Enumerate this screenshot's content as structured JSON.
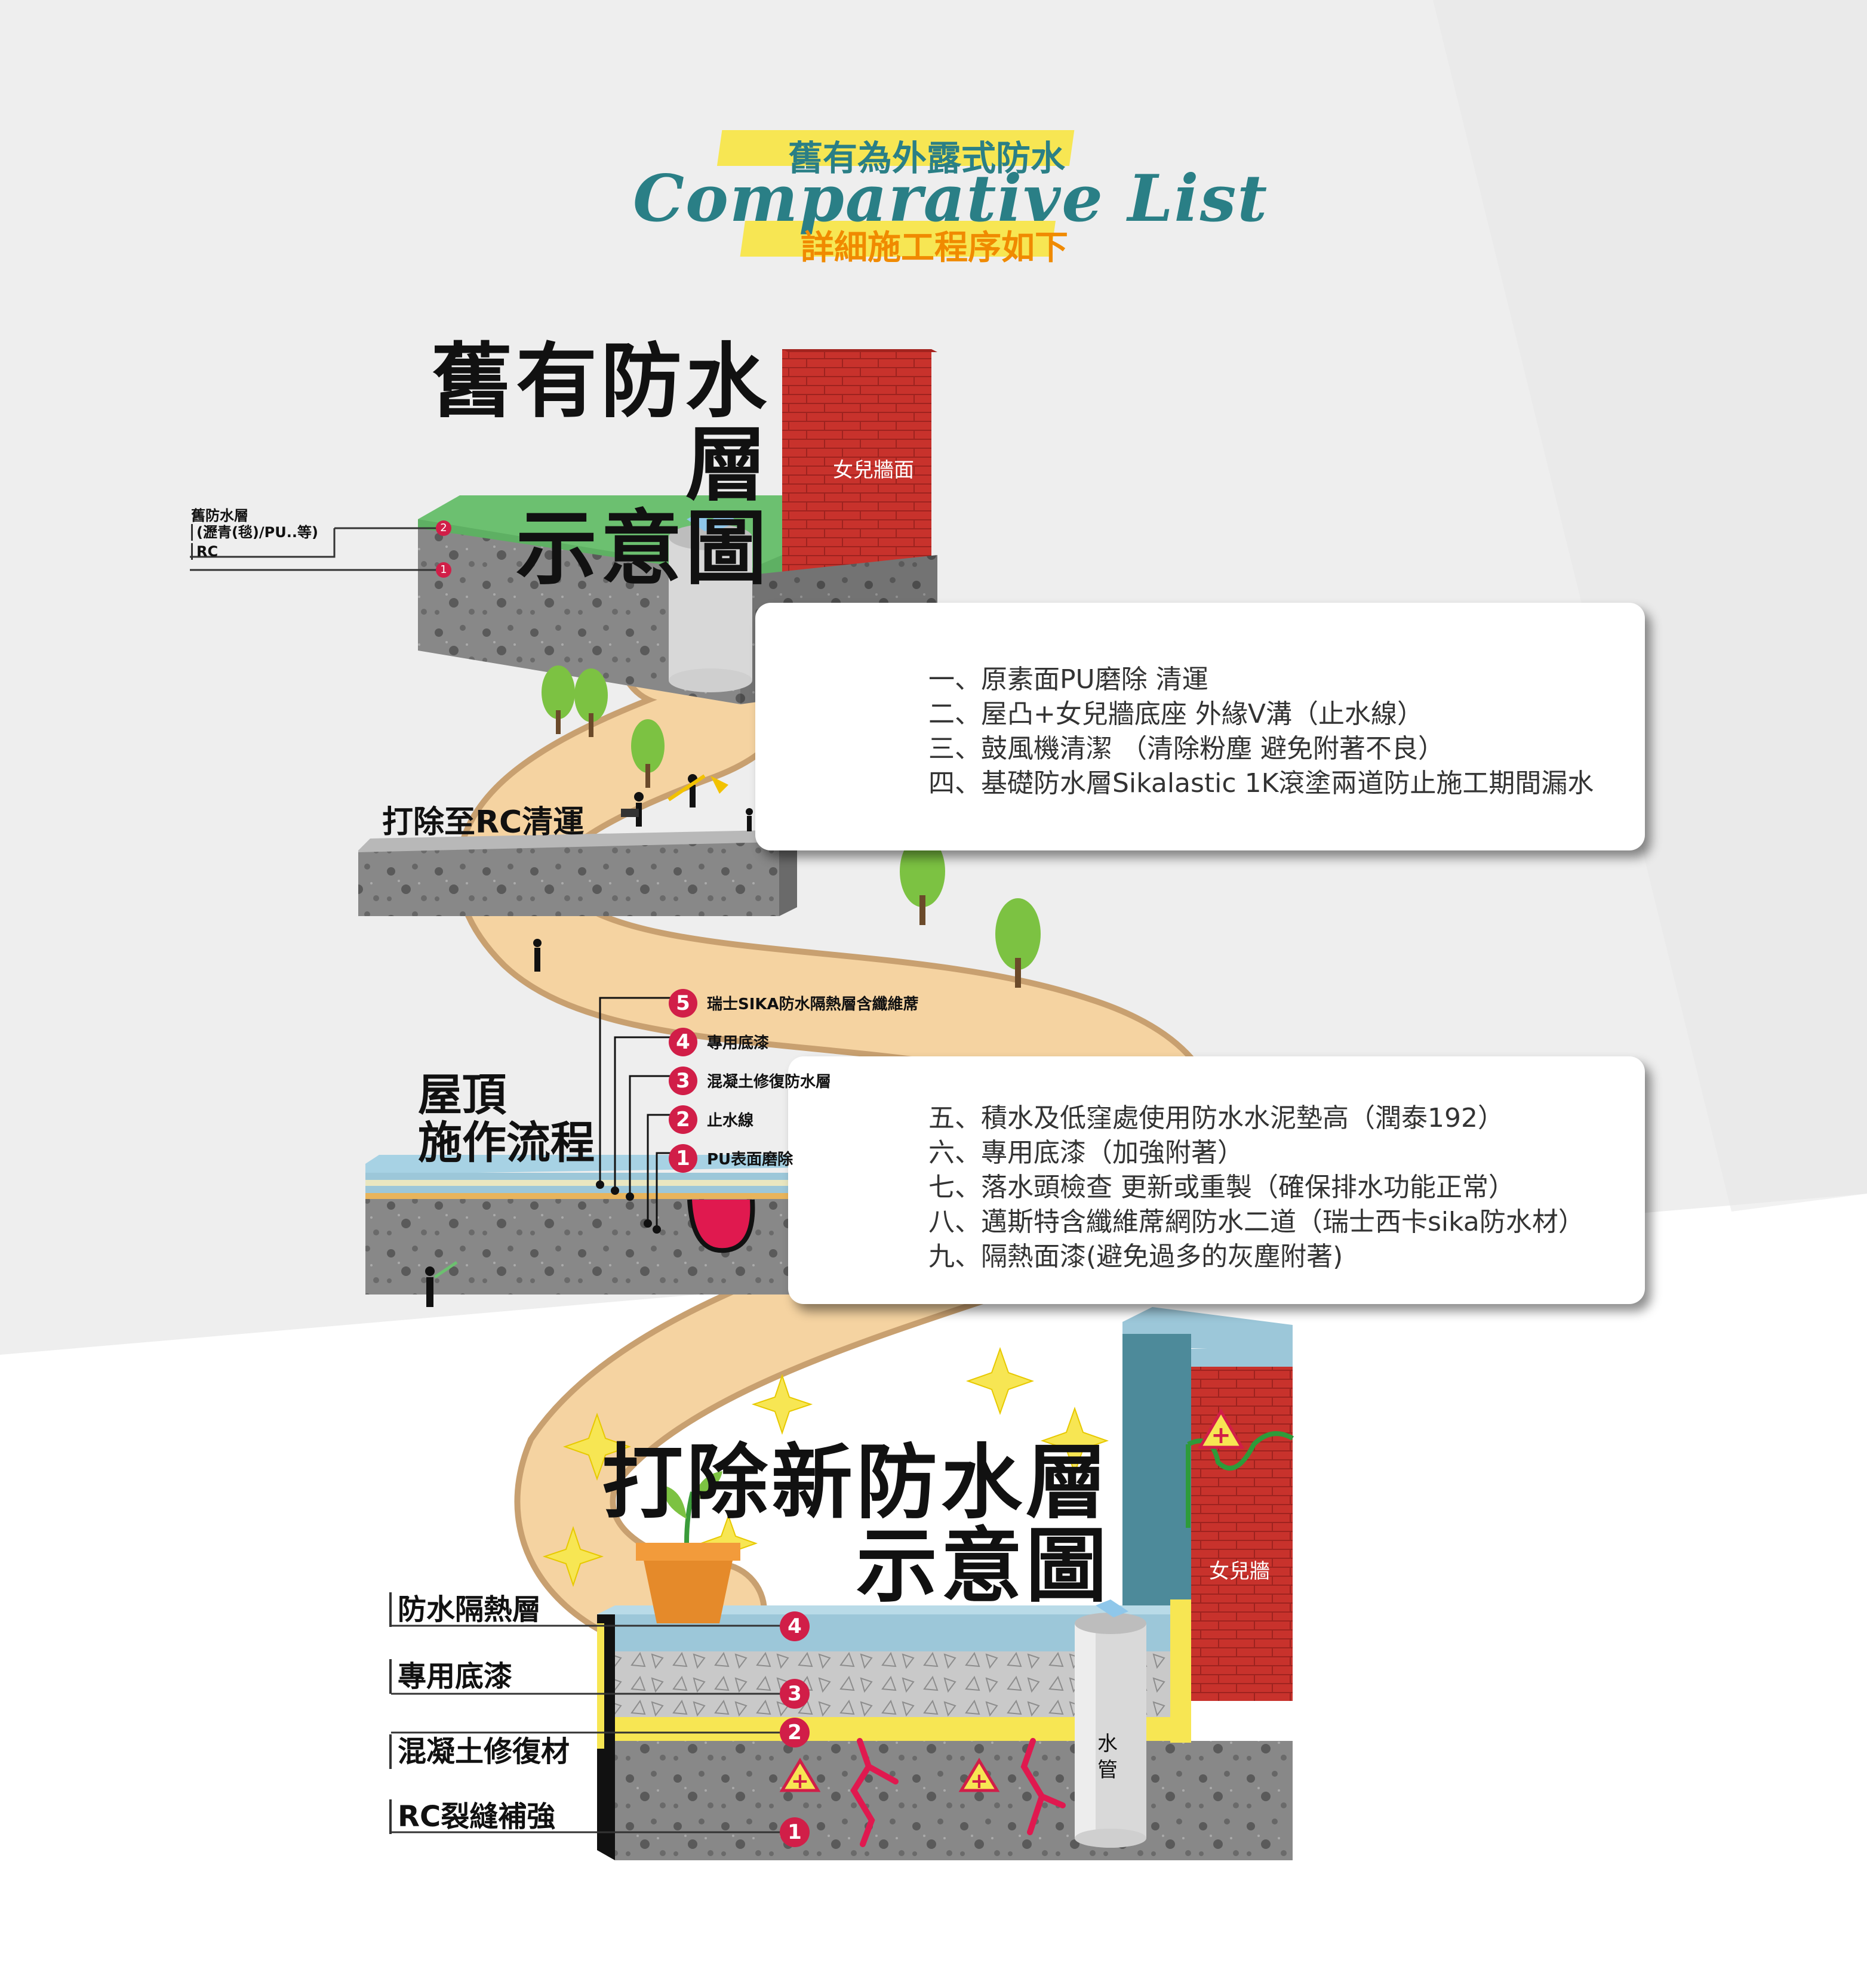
{
  "header": {
    "subtitle_top": "舊有為外露式防水",
    "script_title": "Comparative List",
    "subtitle_bottom": "詳細施工程序如下"
  },
  "old_layer": {
    "title_line1": "舊有防水層",
    "title_line2": "示意圖",
    "wall_label": "女兒牆面",
    "legend_1": "舊防水層",
    "legend_2": "(瀝青(毯)/PU..等)",
    "legend_3": "RC",
    "num_2": "2",
    "num_1": "1"
  },
  "demolition": {
    "label": "打除至RC清運"
  },
  "steps_panel_1": {
    "items": [
      "一、原素面PU磨除 清運",
      "二、屋凸+女兒牆底座 外緣V溝（止水線）",
      "三、鼓風機清潔 （清除粉塵 避免附著不良）",
      "四、基礎防水層Sikalastic 1K滾塗兩道防止施工期間漏水"
    ]
  },
  "roof_process": {
    "title_line1": "屋頂",
    "title_line2": "施作流程",
    "layers": [
      {
        "num": "5",
        "label": "瑞士SIKA防水隔熱層含纖維蓆"
      },
      {
        "num": "4",
        "label": "專用底漆"
      },
      {
        "num": "3",
        "label": "混凝土修復防水層"
      },
      {
        "num": "2",
        "label": "止水線"
      },
      {
        "num": "1",
        "label": "PU表面磨除"
      }
    ]
  },
  "steps_panel_2": {
    "items": [
      "五、積水及低窪處使用防水水泥墊高（潤泰192）",
      "六、專用底漆（加強附著）",
      "七、落水頭檢查 更新或重製（確保排水功能正常）",
      "八、邁斯特含纖維蓆網防水二道（瑞士西卡sika防水材）",
      "九、隔熱面漆(避免過多的灰塵附著)"
    ]
  },
  "new_layer": {
    "title_line1": "打除新防水層",
    "title_line2": "示意圖",
    "wall_label": "女兒牆",
    "pipe_label_1": "水",
    "pipe_label_2": "管",
    "left_labels": [
      "防水隔熱層",
      "專用底漆",
      "混凝土修復材",
      "RC裂縫補強"
    ],
    "nums": [
      "4",
      "3",
      "2",
      "1"
    ]
  },
  "colors": {
    "brick": "#c8322c",
    "green_layer": "#6cc070",
    "concrete": "#8a8a8a",
    "path": "#f5d3a1",
    "path_edge": "#c8a070",
    "teal": "#2a7f86",
    "orange": "#f08a00",
    "yellow_highlight": "#f7e653",
    "badge_red": "#d11e48",
    "blue_layer": "#9cc7d9",
    "tree_green": "#7cc242"
  }
}
